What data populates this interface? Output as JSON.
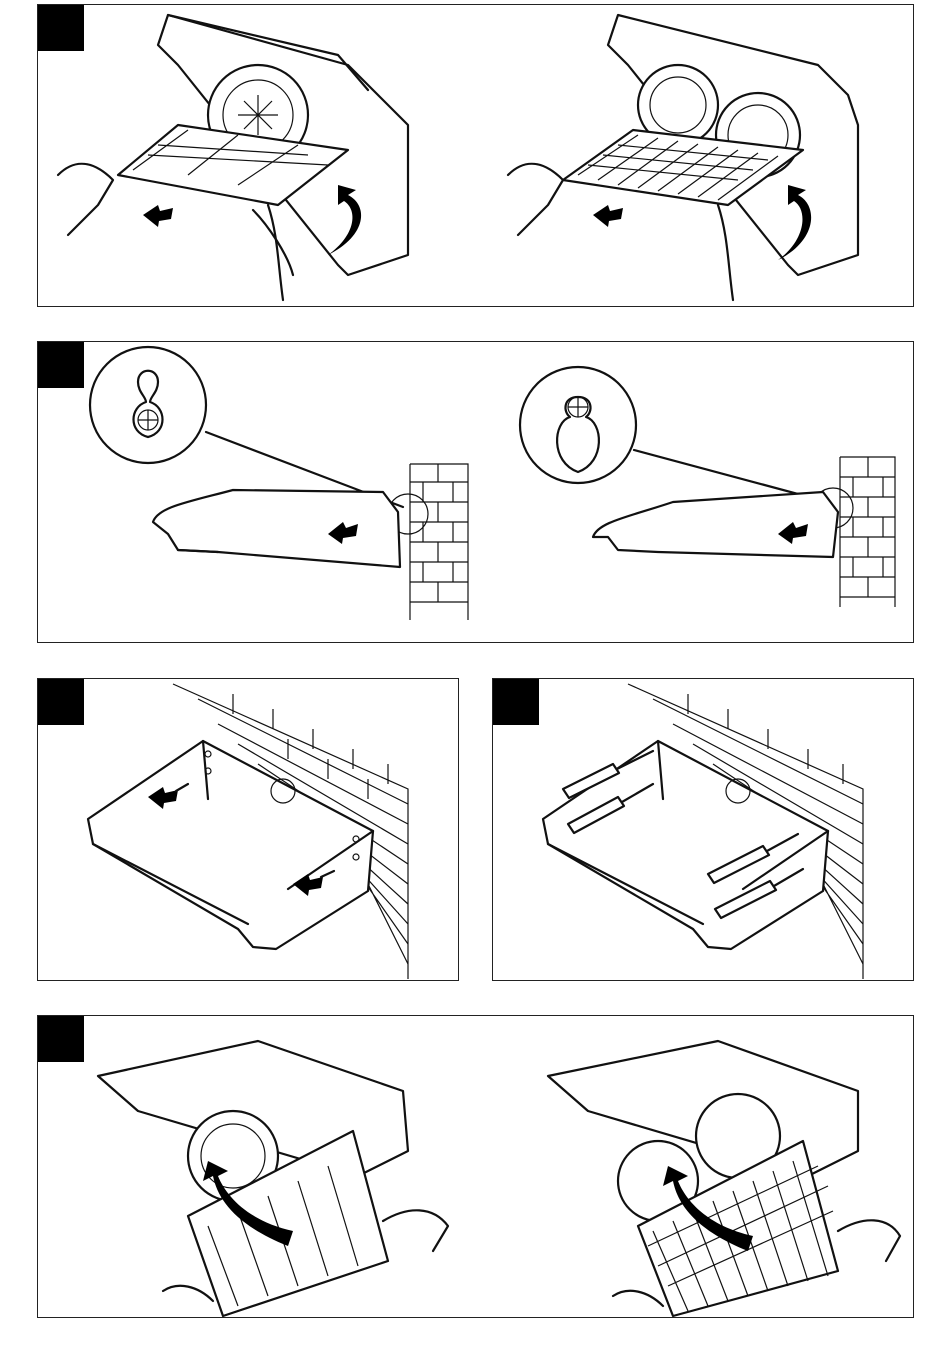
{
  "document": {
    "type": "illustrated assembly instructions",
    "panels": [
      {
        "id": "panel-1",
        "description_icons": [
          "filter-remove-icon",
          "grease-filter",
          "carbon-filter"
        ]
      },
      {
        "id": "panel-2",
        "description_icons": [
          "keyhole-slot-icon",
          "hood-hanging-on-wall"
        ]
      },
      {
        "id": "panel-3",
        "description_icons": [
          "screw-icon",
          "hood-mounted-on-wall"
        ]
      },
      {
        "id": "panel-4",
        "description_icons": [
          "screwdriver-icon",
          "hood-screws-tightened"
        ]
      },
      {
        "id": "panel-5",
        "description_icons": [
          "filter-insert-icon",
          "grease-filter",
          "carbon-filter"
        ]
      }
    ],
    "colors": {
      "ink": "#111111",
      "badge": "#000000",
      "paper": "#ffffff"
    }
  }
}
